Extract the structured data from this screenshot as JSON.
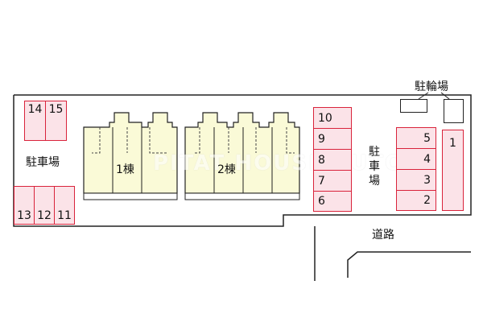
{
  "parking_label_left": "駐車場",
  "parking_label_right": "駐車場",
  "bike_parking_label": "駐輪場",
  "road_label": "道路",
  "building_1_label": "1棟",
  "building_2_label": "2棟",
  "watermark": "PITAT HOUSE AUTO",
  "parking_top_left": [
    "14",
    "15"
  ],
  "parking_bottom_left": [
    "13",
    "12",
    "11"
  ],
  "parking_center_column": [
    "10",
    "9",
    "8",
    "7",
    "6"
  ],
  "parking_right_column": [
    "5",
    "4",
    "3",
    "2"
  ],
  "parking_right_tall": "1",
  "colors": {
    "slot_fill": "#fbe3e8",
    "slot_border": "#d9233b",
    "building_fill": "#fafad7"
  }
}
